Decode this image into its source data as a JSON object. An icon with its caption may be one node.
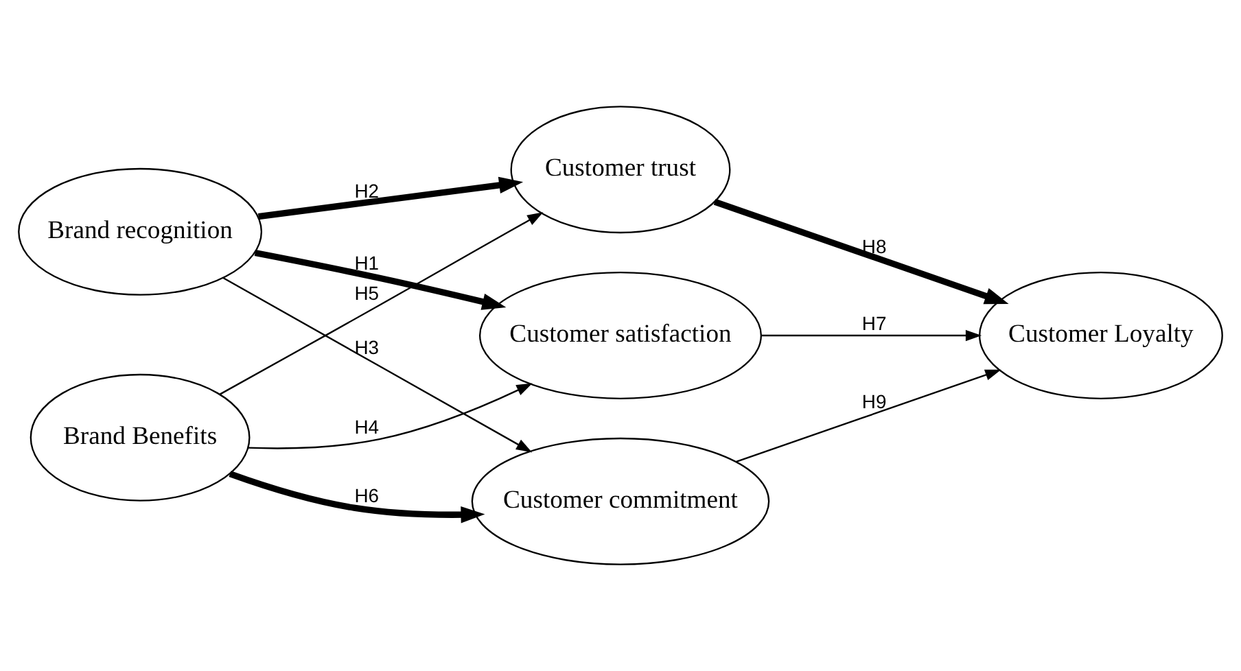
{
  "diagram": {
    "nodes": [
      {
        "text": [
          "Brand recognition"
        ]
      },
      {
        "text": [
          "Brand Benefits"
        ]
      },
      {
        "text": [
          "Customer satisfaction"
        ]
      },
      {
        "text": [
          "Customer trust"
        ]
      },
      {
        "text": [
          "Customer commitment"
        ]
      },
      {
        "text": [
          "Customer Loyalty"
        ]
      }
    ],
    "edges": [
      {
        "from": 0,
        "to": 2,
        "arrow": "to",
        "label": "H1",
        "style": "thick"
      },
      {
        "from": 0,
        "to": 3,
        "arrow": "to",
        "label": "H2",
        "style": "thick"
      },
      {
        "from": 0,
        "to": 4,
        "arrow": "to",
        "label": "H3"
      },
      {
        "from": 1,
        "to": 2,
        "arrow": "to",
        "label": "H4"
      },
      {
        "from": 1,
        "to": 3,
        "arrow": "to",
        "label": "H5"
      },
      {
        "from": 1,
        "to": 4,
        "arrow": "to",
        "label": "H6",
        "style": "thick"
      },
      {
        "from": 2,
        "to": 5,
        "arrow": "to",
        "label": "H7"
      },
      {
        "from": 3,
        "to": 5,
        "arrow": "to",
        "label": "H8",
        "style": "thick"
      },
      {
        "from": 4,
        "to": 5,
        "arrow": "to",
        "label": "H9"
      }
    ]
  }
}
